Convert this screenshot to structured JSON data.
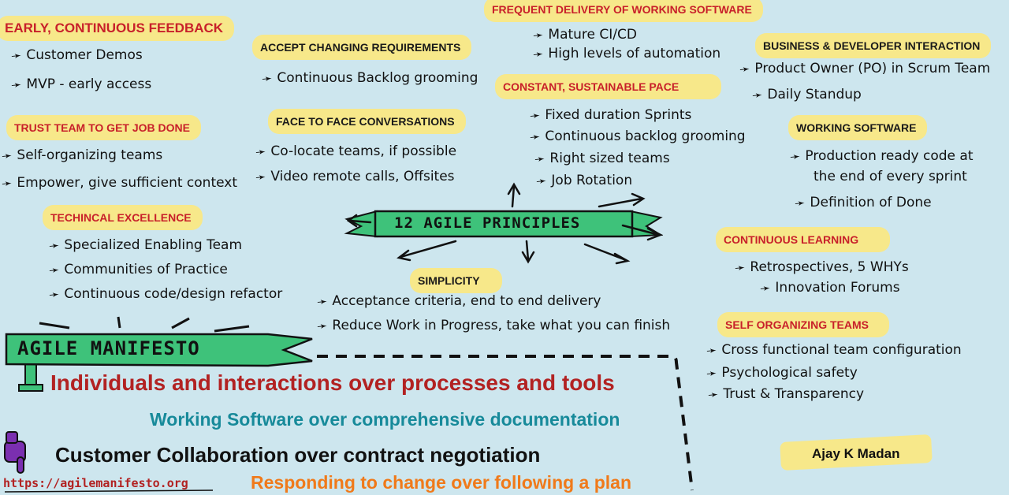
{
  "center": {
    "title": "12 AGILE PRINCIPLES"
  },
  "banner": {
    "title": "AGILE MANIFESTO"
  },
  "principles": [
    {
      "id": "feedback",
      "heading": "EARLY, CONTINUOUS FEEDBACK",
      "items": [
        "Customer Demos",
        "MVP - early access"
      ]
    },
    {
      "id": "changing",
      "heading": "ACCEPT CHANGING REQUIREMENTS",
      "items": [
        "Continuous Backlog grooming"
      ]
    },
    {
      "id": "delivery",
      "heading": "FREQUENT DELIVERY OF WORKING SOFTWARE",
      "items": [
        "Mature CI/CD",
        "High levels of automation"
      ]
    },
    {
      "id": "business",
      "heading": "BUSINESS & DEVELOPER INTERACTION",
      "items": [
        "Product Owner (PO) in Scrum Team",
        "Daily Standup"
      ]
    },
    {
      "id": "trust",
      "heading": "TRUST TEAM TO GET JOB DONE",
      "items": [
        "Self-organizing teams",
        "Empower, give sufficient context"
      ]
    },
    {
      "id": "face",
      "heading": "FACE TO FACE CONVERSATIONS",
      "items": [
        "Co-locate teams, if possible",
        "Video remote calls, Offsites"
      ]
    },
    {
      "id": "pace",
      "heading": "CONSTANT, SUSTAINABLE PACE",
      "items": [
        "Fixed duration Sprints",
        "Continuous backlog grooming",
        "Right sized teams",
        "Job Rotation"
      ]
    },
    {
      "id": "working",
      "heading": "WORKING SOFTWARE",
      "items": [
        "Production ready code at",
        "the end of every sprint",
        "Definition of Done"
      ]
    },
    {
      "id": "technical",
      "heading": "TECHINCAL EXCELLENCE",
      "items": [
        "Specialized Enabling Team",
        "Communities of Practice",
        "Continuous code/design refactor"
      ]
    },
    {
      "id": "simplicity",
      "heading": "SIMPLICITY",
      "items": [
        "Acceptance criteria, end to end delivery",
        "Reduce Work in Progress, take what you can finish"
      ]
    },
    {
      "id": "learning",
      "heading": "CONTINUOUS LEARNING",
      "items": [
        "Retrospectives, 5 WHYs",
        "Innovation Forums"
      ]
    },
    {
      "id": "selforg",
      "heading": "SELF ORGANIZING TEAMS",
      "items": [
        "Cross functional team configuration",
        "Psychological safety",
        "Trust & Transparency"
      ]
    }
  ],
  "values": [
    {
      "text": "Individuals and interactions over processes and tools",
      "color": "#b22222"
    },
    {
      "text": "Working Software over comprehensive documentation",
      "color": "#178a9a"
    },
    {
      "text": "Customer Collaboration over contract negotiation",
      "color": "#111111"
    },
    {
      "text": "Responding to change over following a plan",
      "color": "#f07a1a"
    }
  ],
  "footer": {
    "url": "https://agilemanifesto.org",
    "author": "Ajay K Madan"
  },
  "colors": {
    "background": "#cde6ee",
    "highlight": "#f7e88a",
    "ribbon": "#3ec27a",
    "heading_red": "#c8202a",
    "hand": "#7b2fb0"
  }
}
